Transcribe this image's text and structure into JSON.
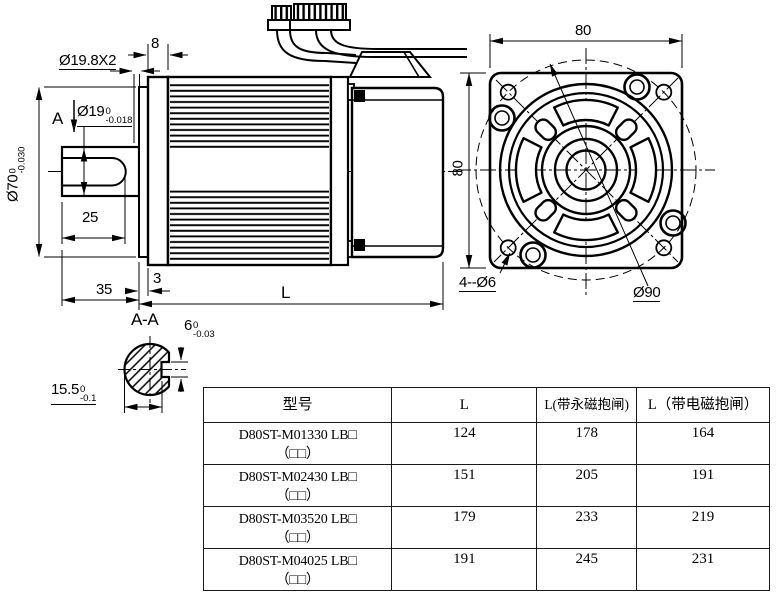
{
  "drawing": {
    "side_view": {
      "d19_8": "Ø19.8X2",
      "d8": "8",
      "section_marker": "A",
      "d19": {
        "main": "Ø19",
        "sup": "0",
        "sub": "-0.018"
      },
      "d70": {
        "main": "Ø70",
        "sup": "0",
        "sub": "-0.030"
      },
      "d25": "25",
      "d35": "35",
      "d3": "3",
      "dL": "L"
    },
    "front_view": {
      "d80_top": "80",
      "d80_left": "80",
      "holes_label": "4--Ø6",
      "d90": "Ø90"
    },
    "section_view": {
      "title": "A-A",
      "d6": {
        "main": "6",
        "sup": "0",
        "sub": "-0.03"
      },
      "d15_5": {
        "main": "15.5",
        "sup": "0",
        "sub": "-0.1"
      }
    }
  },
  "table": {
    "headers": [
      "型号",
      "L",
      "L(带永磁抱闸)",
      "L（带电磁抱闸）"
    ],
    "rows": [
      {
        "model_line1": "D80ST-M01330 LB□",
        "model_line2": "（□□）",
        "l": "124",
        "l_perm": "178",
        "l_elec": "164"
      },
      {
        "model_line1": "D80ST-M02430 LB□",
        "model_line2": "（□□）",
        "l": "151",
        "l_perm": "205",
        "l_elec": "191"
      },
      {
        "model_line1": "D80ST-M03520 LB□",
        "model_line2": "（□□）",
        "l": "179",
        "l_perm": "233",
        "l_elec": "219"
      },
      {
        "model_line1": "D80ST-M04025 LB□",
        "model_line2": "（□□）",
        "l": "191",
        "l_perm": "245",
        "l_elec": "231"
      }
    ]
  }
}
